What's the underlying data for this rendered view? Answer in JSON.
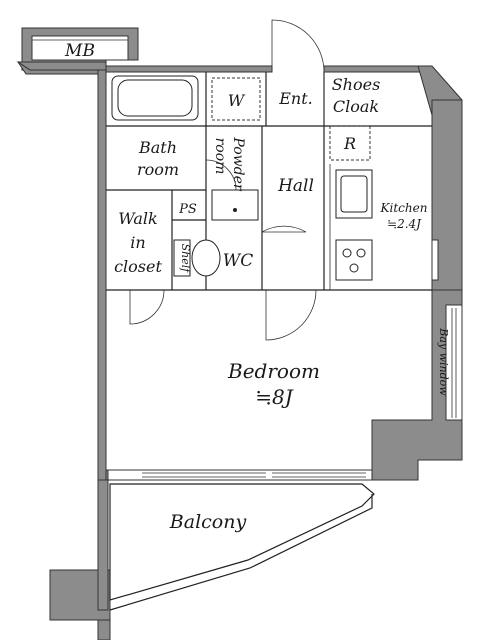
{
  "rooms": {
    "mb": "MB",
    "bath_room": [
      "Bath",
      "room"
    ],
    "powder_room": [
      "Powder",
      "room"
    ],
    "washer": "W",
    "entrance": "Ent.",
    "shoes_cloak": [
      "Shoes",
      "Cloak"
    ],
    "refrigerator": "R",
    "hall": "Hall",
    "kitchen": "Kitchen",
    "kitchen_size": "≒2.4J",
    "ps": "PS",
    "walk_in_closet": [
      "Walk",
      "in",
      "closet"
    ],
    "shelf": "Shelf",
    "wc": "WC",
    "bedroom": "Bedroom",
    "bedroom_size": "≒8J",
    "bay_window": "Bay window",
    "balcony": "Balcony"
  },
  "colors": {
    "wall": "#8c8c8c",
    "line": "#222222",
    "background": "#ffffff"
  }
}
